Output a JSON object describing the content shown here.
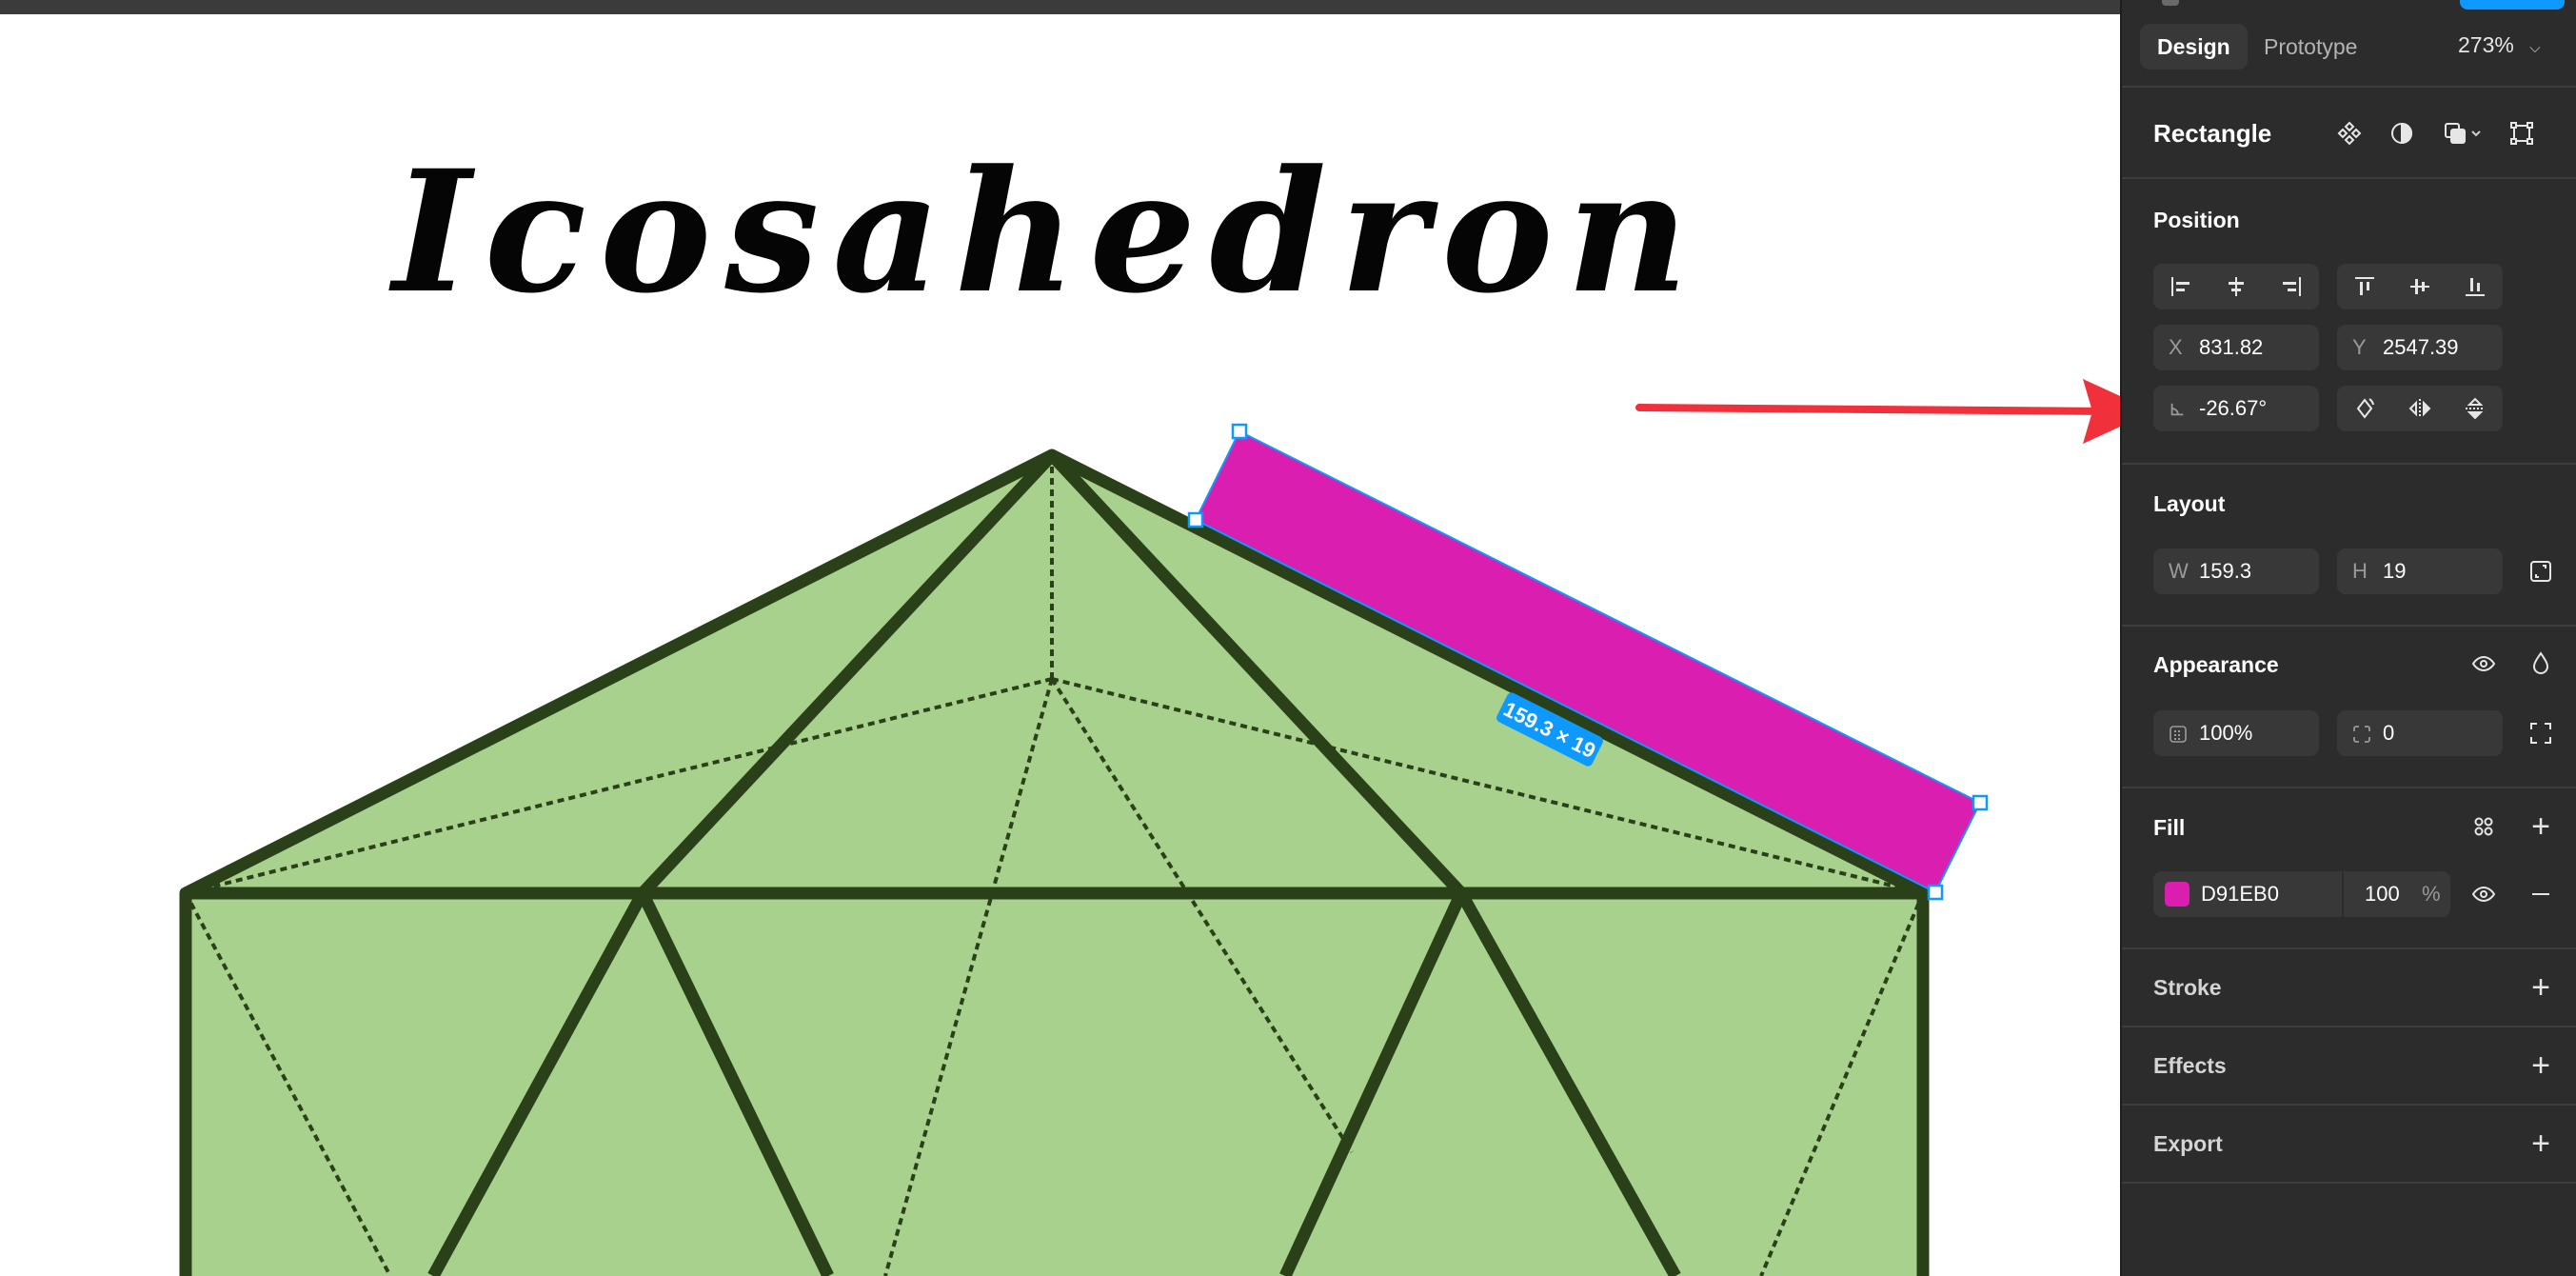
{
  "canvas": {
    "title": "Icosahedron",
    "selection_dimensions": "159.3 × 19",
    "colors": {
      "fill_green": "#a8d18d",
      "edge_dark": "#2a4019",
      "selected_rect": "#d91eb0",
      "selection_blue": "#0d99ff",
      "arrow_red": "#f0303a"
    }
  },
  "panel": {
    "tabs": {
      "design": "Design",
      "prototype": "Prototype"
    },
    "zoom": "273%",
    "layer_type": "Rectangle",
    "position": {
      "header": "Position",
      "x_label": "X",
      "x_value": "831.82",
      "y_label": "Y",
      "y_value": "2547.39",
      "rotation_value": "-26.67°"
    },
    "layout": {
      "header": "Layout",
      "w_label": "W",
      "w_value": "159.3",
      "h_label": "H",
      "h_value": "19"
    },
    "appearance": {
      "header": "Appearance",
      "opacity_value": "100%",
      "radius_value": "0"
    },
    "fill": {
      "header": "Fill",
      "hex": "D91EB0",
      "opacity": "100",
      "percent": "%",
      "swatch_color": "#d91eb0"
    },
    "stroke": {
      "header": "Stroke"
    },
    "effects": {
      "header": "Effects"
    },
    "export": {
      "header": "Export"
    }
  }
}
